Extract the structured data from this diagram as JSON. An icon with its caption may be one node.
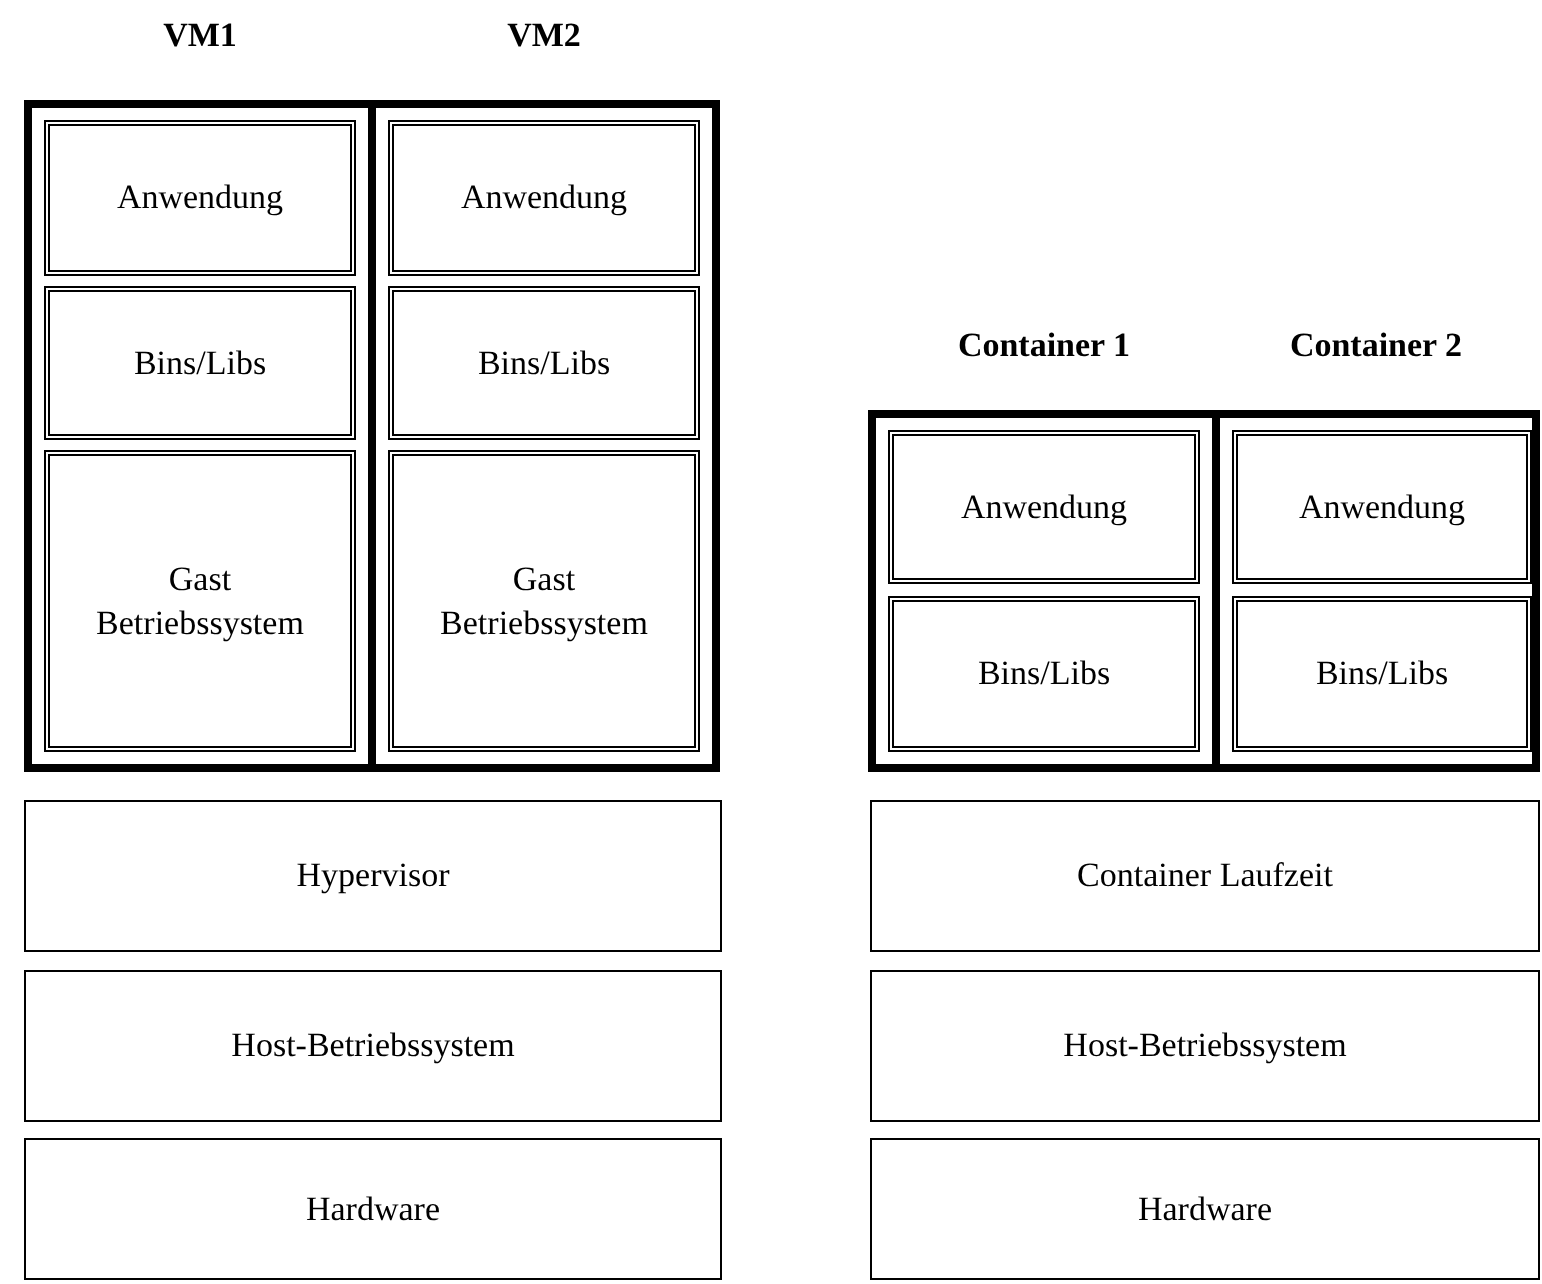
{
  "diagram": {
    "nodes": [
      {
        "text": [
          "VM1"
        ]
      },
      {
        "text": [
          "Anwendung"
        ],
        "in": 0
      },
      {
        "text": [
          "Bins/Libs"
        ],
        "in": 0
      },
      {
        "text": [
          "Gast Betriebssystem"
        ],
        "in": 0
      },
      {
        "text": [
          "VM2"
        ]
      },
      {
        "text": [
          "Anwendung"
        ],
        "in": 4
      },
      {
        "text": [
          "Bins/Libs"
        ],
        "in": 4
      },
      {
        "text": [
          "Gast Betriebssystem"
        ],
        "in": 4
      },
      {
        "text": [
          "Hypervisor"
        ]
      },
      {
        "text": [
          "Host-Betriebssystem"
        ]
      },
      {
        "text": [
          "Hardware"
        ]
      },
      {
        "text": [
          "Container 1"
        ]
      },
      {
        "text": [
          "Anwendung"
        ],
        "in": 11
      },
      {
        "text": [
          "Bins/Libs"
        ],
        "in": 11
      },
      {
        "text": [
          "Container 2"
        ]
      },
      {
        "text": [
          "Anwendung"
        ],
        "in": 14
      },
      {
        "text": [
          "Bins/Libs"
        ],
        "in": 14
      },
      {
        "text": [
          "Container Laufzeit"
        ]
      },
      {
        "text": [
          "Host-Betriebssystem"
        ]
      },
      {
        "text": [
          "Hardware"
        ]
      }
    ],
    "edges": []
  }
}
